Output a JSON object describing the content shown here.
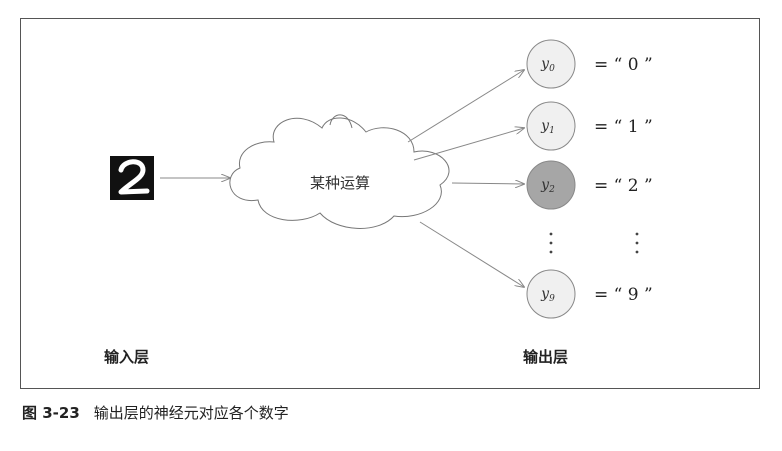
{
  "figure": {
    "input_label": "输入层",
    "output_label": "输出层",
    "cloud_label": "某种运算",
    "caption_number": "图 3-23",
    "caption_text": "输出层的神经元对应各个数字",
    "neurons": [
      {
        "sym": "y",
        "sub": "0",
        "eq": "= “ 0 ”",
        "active": false
      },
      {
        "sym": "y",
        "sub": "1",
        "eq": "= “ 1 ”",
        "active": false
      },
      {
        "sym": "y",
        "sub": "2",
        "eq": "= “ 2 ”",
        "active": true
      },
      {
        "sym": "y",
        "sub": "9",
        "eq": "= “ 9 ”",
        "active": false
      }
    ],
    "digit_image_glyph": "2",
    "colors": {
      "neuron_fill": "#f0f0f0",
      "neuron_active_fill": "#a6a6a6",
      "arrow": "#888888",
      "digit_bg": "#111111"
    }
  }
}
